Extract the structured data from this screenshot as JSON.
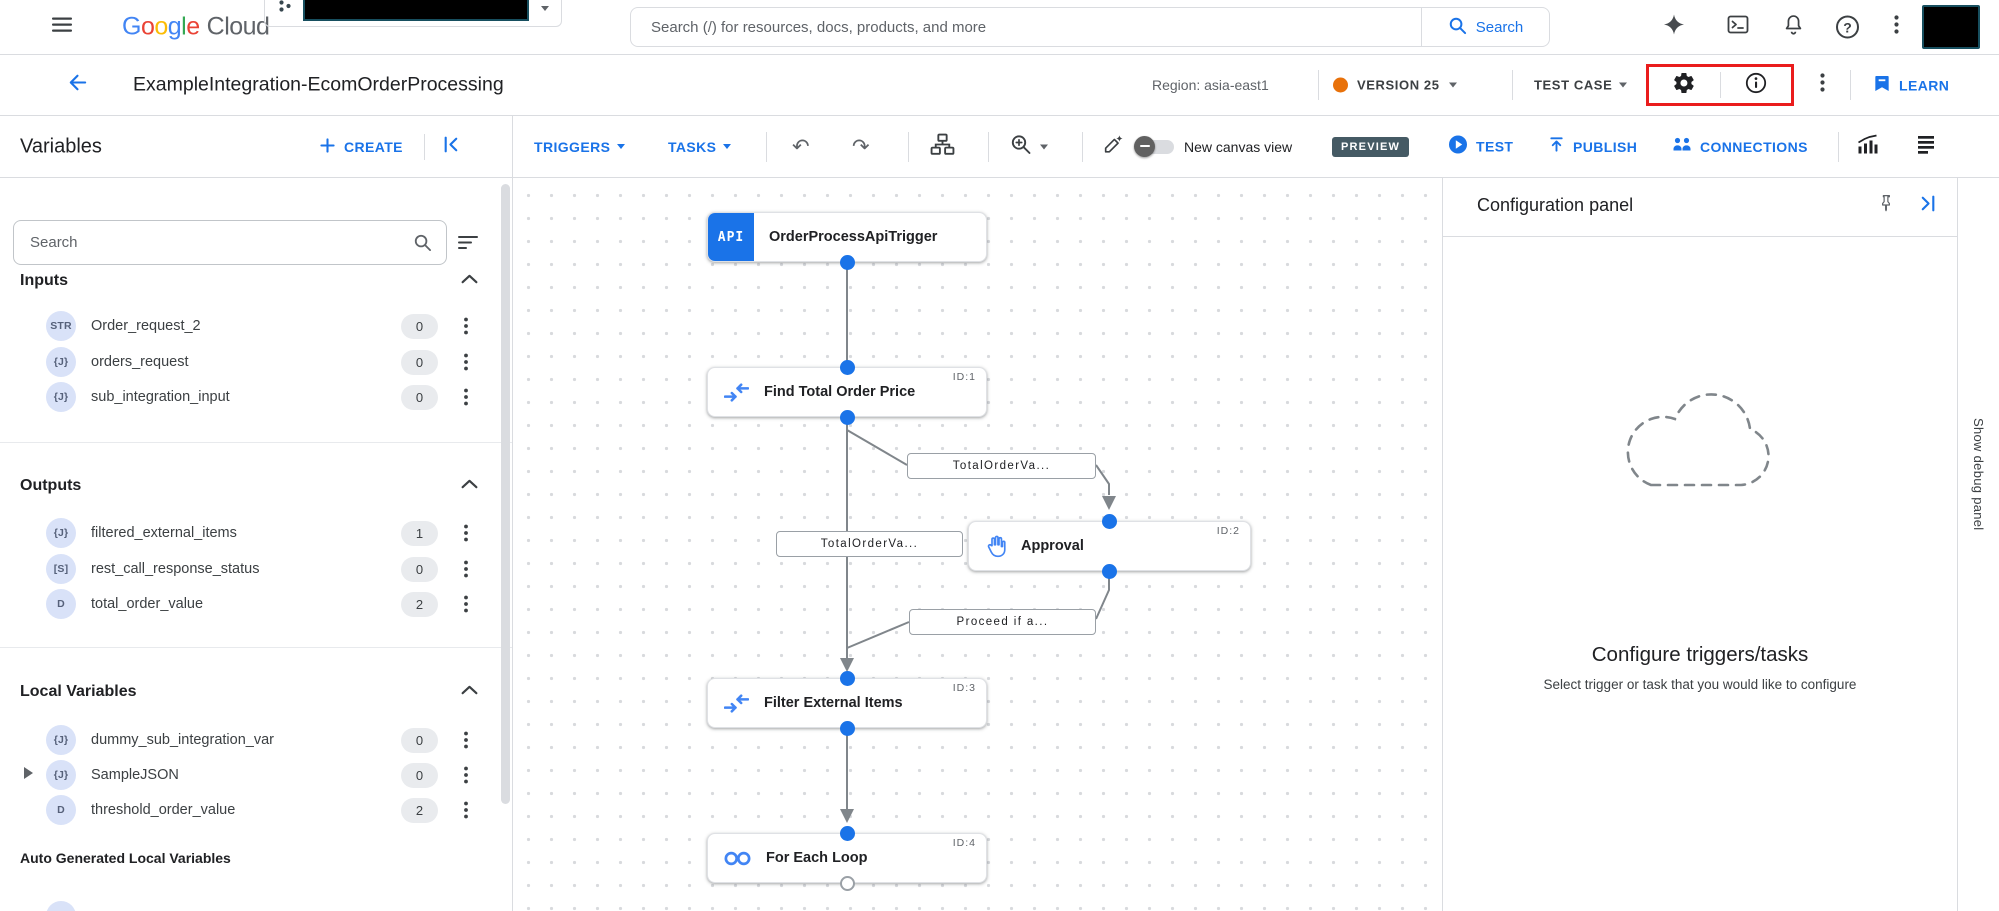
{
  "colors": {
    "accent": "#1a73e8",
    "node_icon_blue": "#4285f4",
    "version_dot": "#e8710a",
    "preview_badge_bg": "#455a64",
    "highlight_box_red": "#ea1c1c"
  },
  "topbar": {
    "search_placeholder": "Search (/) for resources, docs, products, and more",
    "search_button_label": "Search",
    "brand": {
      "l0": "G",
      "l1": "o",
      "l2": "o",
      "l3": "g",
      "l4": "l",
      "l5": "e",
      "suffix": "Cloud"
    },
    "help_glyph": "?"
  },
  "header": {
    "title": "ExampleIntegration-EcomOrderProcessing",
    "region": "Region: asia-east1",
    "version_label": "VERSION 25",
    "test_case_label": "TEST CASE",
    "learn_label": "LEARN"
  },
  "toolbar": {
    "panel_title": "Variables",
    "create_label": "CREATE",
    "triggers_label": "TRIGGERS",
    "tasks_label": "TASKS",
    "undo_glyph": "↶",
    "redo_glyph": "↷",
    "new_canvas_label": "New canvas view",
    "preview_badge": "PREVIEW",
    "test_label": "TEST",
    "publish_label": "PUBLISH",
    "connections_label": "CONNECTIONS"
  },
  "sidebar": {
    "search_placeholder": "Search",
    "sections": [
      {
        "title": "Inputs",
        "items": [
          {
            "type": "STR",
            "name": "Order_request_2",
            "count": "0"
          },
          {
            "type": "{J}",
            "name": "orders_request",
            "count": "0"
          },
          {
            "type": "{J}",
            "name": "sub_integration_input",
            "count": "0"
          }
        ]
      },
      {
        "title": "Outputs",
        "items": [
          {
            "type": "{J}",
            "name": "filtered_external_items",
            "count": "1"
          },
          {
            "type": "[S]",
            "name": "rest_call_response_status",
            "count": "0"
          },
          {
            "type": "D",
            "name": "total_order_value",
            "count": "2"
          }
        ]
      },
      {
        "title": "Local Variables",
        "items": [
          {
            "type": "{J}",
            "name": "dummy_sub_integration_var",
            "count": "0"
          },
          {
            "type": "{J}",
            "name": "SampleJSON",
            "count": "0"
          },
          {
            "type": "D",
            "name": "threshold_order_value",
            "count": "2"
          }
        ]
      }
    ],
    "auto_generated_title": "Auto Generated Local Variables"
  },
  "canvas": {
    "nodes": [
      {
        "icon": "api-trigger",
        "icon_label": "API",
        "title": "OrderProcessApiTrigger",
        "id_label": ""
      },
      {
        "icon": "data-mapping",
        "title": "Find Total Order Price",
        "id_label": "ID:1"
      },
      {
        "icon": "approval-hand",
        "title": "Approval",
        "id_label": "ID:2"
      },
      {
        "icon": "data-mapping",
        "title": "Filter External Items",
        "id_label": "ID:3"
      },
      {
        "icon": "for-each-loop",
        "title": "For Each Loop",
        "id_label": "ID:4"
      }
    ],
    "edge_labels": [
      "TotalOrderVa...",
      "TotalOrderVa...",
      "Proceed if a..."
    ]
  },
  "config_panel": {
    "title": "Configuration panel",
    "heading": "Configure triggers/tasks",
    "subheading": "Select trigger or task that you would like to configure"
  },
  "debug": {
    "label": "Show debug panel"
  }
}
